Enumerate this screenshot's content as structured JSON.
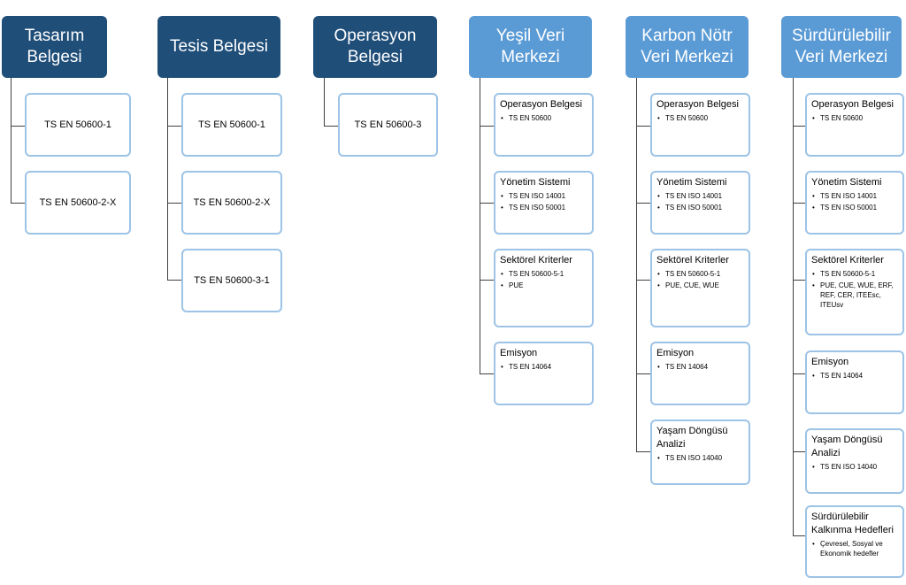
{
  "columns": [
    {
      "title": "Tasarım Belgesi",
      "children": [
        {
          "title": "TS EN 50600-1"
        },
        {
          "title": "TS EN 50600-2-X"
        }
      ]
    },
    {
      "title": "Tesis Belgesi",
      "children": [
        {
          "title": "TS EN 50600-1"
        },
        {
          "title": "TS EN 50600-2-X"
        },
        {
          "title": "TS EN 50600-3-1"
        }
      ]
    },
    {
      "title": "Operasyon Belgesi",
      "children": [
        {
          "title": "TS EN 50600-3"
        }
      ]
    },
    {
      "title": "Yeşil Veri Merkezi",
      "children": [
        {
          "title": "Operasyon Belgesi",
          "items": [
            "TS EN 50600"
          ]
        },
        {
          "title": "Yönetim Sistemi",
          "items": [
            "TS EN ISO 14001",
            "TS EN ISO 50001"
          ]
        },
        {
          "title": "Sektörel Kriterler",
          "items": [
            "TS EN 50600-5-1",
            "PUE"
          ]
        },
        {
          "title": "Emisyon",
          "items": [
            "TS EN 14064"
          ]
        }
      ]
    },
    {
      "title": "Karbon Nötr Veri Merkezi",
      "children": [
        {
          "title": "Operasyon Belgesi",
          "items": [
            "TS EN 50600"
          ]
        },
        {
          "title": "Yönetim Sistemi",
          "items": [
            "TS EN ISO 14001",
            "TS EN ISO 50001"
          ]
        },
        {
          "title": "Sektörel Kriterler",
          "items": [
            "TS EN 50600-5-1",
            "PUE, CUE, WUE"
          ]
        },
        {
          "title": "Emisyon",
          "items": [
            "TS EN 14064"
          ]
        },
        {
          "title": "Yaşam Döngüsü Analizi",
          "items": [
            "TS EN ISO 14040"
          ]
        }
      ]
    },
    {
      "title": "Sürdürülebilir Veri Merkezi",
      "children": [
        {
          "title": "Operasyon Belgesi",
          "items": [
            "TS EN 50600"
          ]
        },
        {
          "title": "Yönetim Sistemi",
          "items": [
            "TS EN ISO 14001",
            "TS EN ISO 50001"
          ]
        },
        {
          "title": "Sektörel Kriterler",
          "items": [
            "TS EN 50600-5-1",
            "PUE, CUE, WUE, ERF, REF, CER, ITEEsc, ITEUsv"
          ]
        },
        {
          "title": "Emisyon",
          "items": [
            "TS EN 14064"
          ]
        },
        {
          "title": "Yaşam Döngüsü Analizi",
          "items": [
            "TS EN ISO 14040"
          ]
        },
        {
          "title": "Sürdürülebilir Kalkınma Hedefleri",
          "items": [
            "Çevresel, Sosyal ve Ekonomik hedefler"
          ]
        }
      ]
    }
  ]
}
